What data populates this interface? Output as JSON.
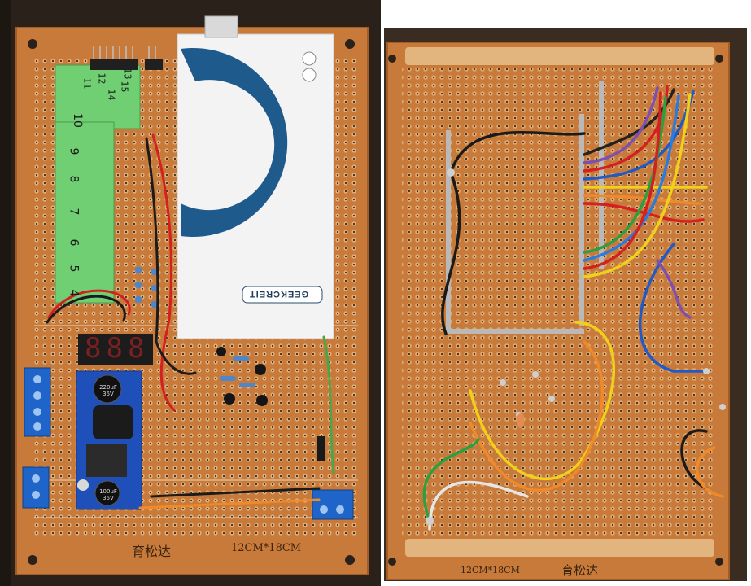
{
  "photos": {
    "left": {
      "board_label_cn": "育松达",
      "board_size": "12CM*18CM",
      "display_digits": "888",
      "module_brand": "GEEKCREIT",
      "strip_numbers": [
        "15",
        "14",
        "13",
        "12",
        "11",
        "10",
        "9",
        "8",
        "7",
        "6",
        "5",
        "4"
      ],
      "cap_label_1": "220uF 35V",
      "cap_label_2": "100uF 35V"
    },
    "right": {
      "board_size": "12CM*18CM",
      "board_label_cn": "育松达"
    },
    "colors": {
      "pcb": "#c77a3a",
      "pad": "#e2b07a",
      "background": "#2a211b",
      "mega_board": "#f3f3f3",
      "logo_blue": "#1f5a8c",
      "green_strip": "#6fcf72",
      "terminal_blue": "#1f64c8"
    }
  }
}
